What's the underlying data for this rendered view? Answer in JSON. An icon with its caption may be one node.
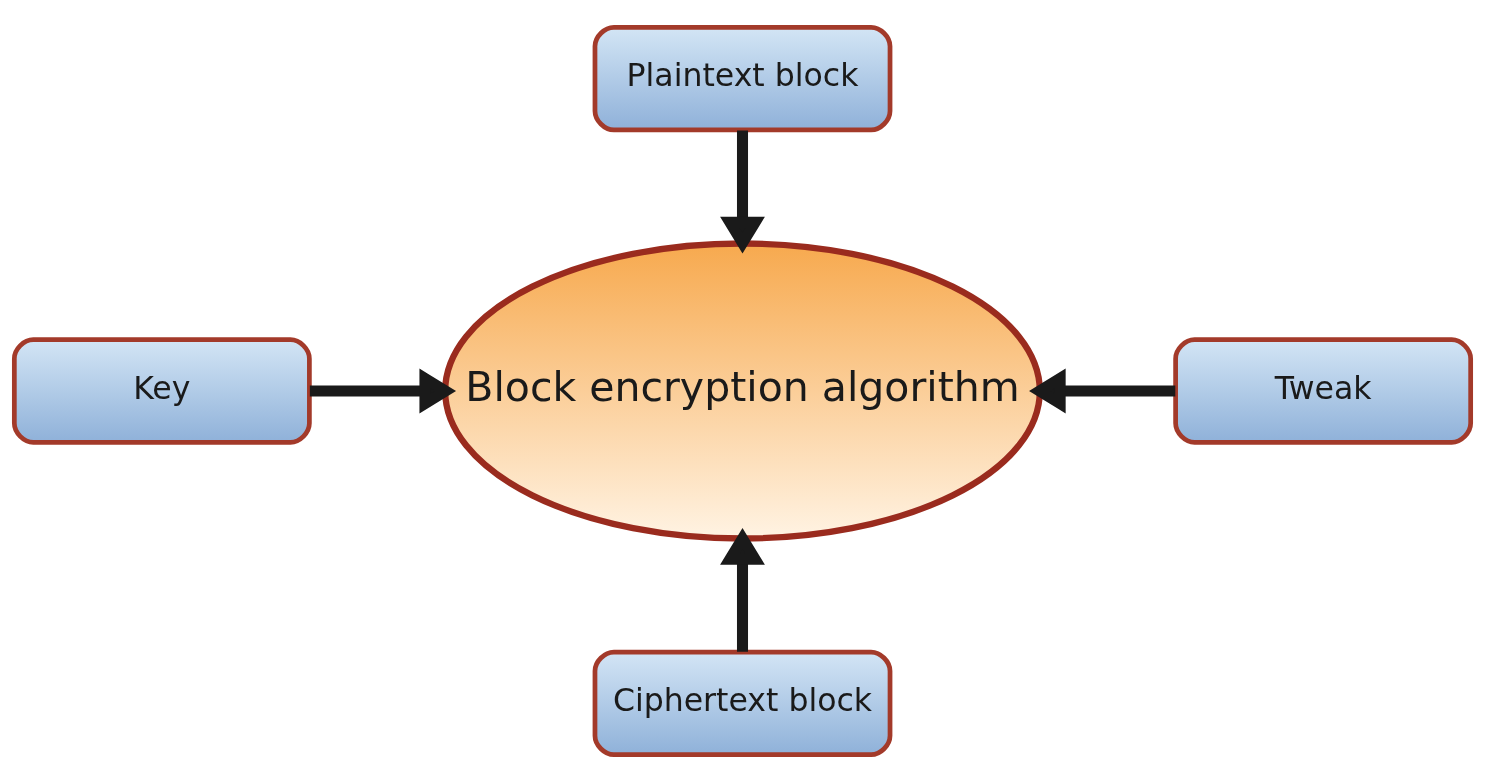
{
  "diagram": {
    "nodes": [
      {
        "text": [
          "Plaintext block"
        ]
      },
      {
        "text": [
          "Key"
        ]
      },
      {
        "text": [
          "Block encryption algorithm"
        ]
      },
      {
        "text": [
          "Tweak"
        ]
      },
      {
        "text": [
          "Ciphertext block"
        ]
      }
    ],
    "edges": [
      {
        "from": 0,
        "to": 2,
        "arrow": "to"
      },
      {
        "from": 1,
        "to": 2,
        "arrow": "to"
      },
      {
        "from": 3,
        "to": 2,
        "arrow": "to"
      },
      {
        "from": 4,
        "to": 2,
        "arrow": "to"
      }
    ]
  }
}
